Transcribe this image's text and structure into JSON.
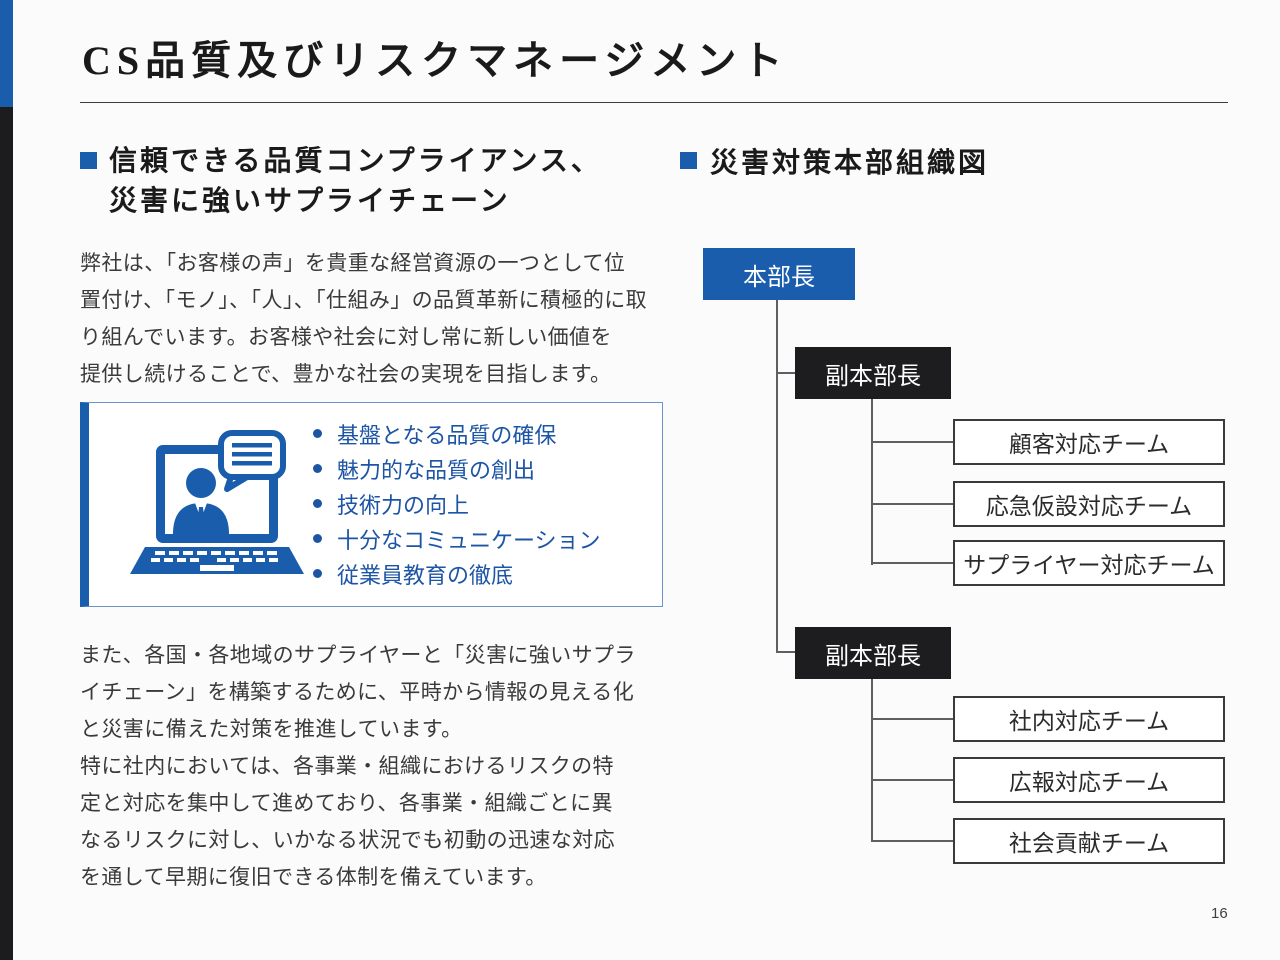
{
  "slide": {
    "title": "CS品質及びリスクマネージメント",
    "page_number": "16"
  },
  "colors": {
    "accent_blue": "#1a5dad",
    "list_text_blue": "#1d55a5",
    "lead_box_black": "#1d1d1f",
    "connector_gray": "#5f5f5f"
  },
  "left": {
    "heading_line1": "信頼できる品質コンプライアンス、",
    "heading_line2": "災害に強いサプライチェーン",
    "para1_lines": [
      "弊社は、「お客様の声」を貴重な経営資源の一つとして位",
      "置付け、「モノ」、「人」、「仕組み」の品質革新に積極的に取",
      "り組んでいます。お客様や社会に対し常に新しい価値を",
      "提供し続けることで、豊かな社会の実現を目指します。"
    ],
    "quality_items": [
      "基盤となる品質の確保",
      "魅力的な品質の創出",
      "技術力の向上",
      "十分なコミュニケーション",
      "従業員教育の徹底"
    ],
    "para2_lines": [
      "また、各国・各地域のサプライヤーと「災害に強いサプラ",
      "イチェーン」を構築するために、平時から情報の見える化",
      "と災害に備えた対策を推進しています。",
      "特に社内においては、各事業・組織におけるリスクの特",
      "定と対応を集中して進めており、各事業・組織ごとに異",
      "なるリスクに対し、いかなる状況でも初動の迅速な対応",
      "を通して早期に復旧できる体制を備えています。"
    ]
  },
  "right": {
    "heading": "災害対策本部組織図",
    "org": {
      "top": "本部長",
      "groups": [
        {
          "lead": "副本部長",
          "teams": [
            "顧客対応チーム",
            "応急仮設対応チーム",
            "サプライヤー対応チーム"
          ]
        },
        {
          "lead": "副本部長",
          "teams": [
            "社内対応チーム",
            "広報対応チーム",
            "社会貢献チーム"
          ]
        }
      ]
    }
  }
}
